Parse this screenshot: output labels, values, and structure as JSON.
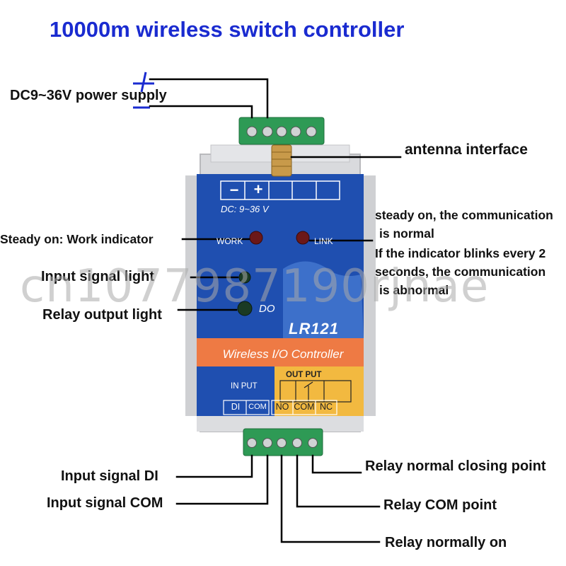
{
  "title": "10000m wireless switch controller",
  "labels": {
    "power_supply": "DC9~36V power supply",
    "antenna": "antenna interface",
    "work_indicator": "Steady on: Work indicator",
    "link_line1": "steady on, the communication",
    "link_line2": "is normal",
    "link_line3": "If the indicator blinks every 2",
    "link_line4": "seconds, the communication",
    "link_line5": "is abnormal",
    "input_light": "Input signal light",
    "relay_light": "Relay output light",
    "input_di": "Input signal DI",
    "input_com": "Input signal COM",
    "relay_nc": "Relay normal closing point",
    "relay_com": "Relay COM point",
    "relay_no": "Relay normally on"
  },
  "device": {
    "terminal_top_minus": "−",
    "terminal_top_plus": "+",
    "dc_rating": "DC: 9~36 V",
    "led_work": "WORK",
    "led_link": "LINK",
    "led_do": "DO",
    "model": "LR121",
    "product": "Wireless I/O Controller",
    "input_section": "IN PUT",
    "output_section": "OUT PUT",
    "term_di": "DI",
    "term_com_in": "COM",
    "term_no": "NO",
    "term_com_out": "COM",
    "term_nc": "NC"
  },
  "watermark": "cn1077987190rjnae",
  "colors": {
    "title": "#1a2bd0",
    "panel_blue": "#1f4fb0",
    "panel_orange": "#ee7a44",
    "panel_yellow": "#f2b940",
    "terminal_green": "#2e9a55"
  }
}
